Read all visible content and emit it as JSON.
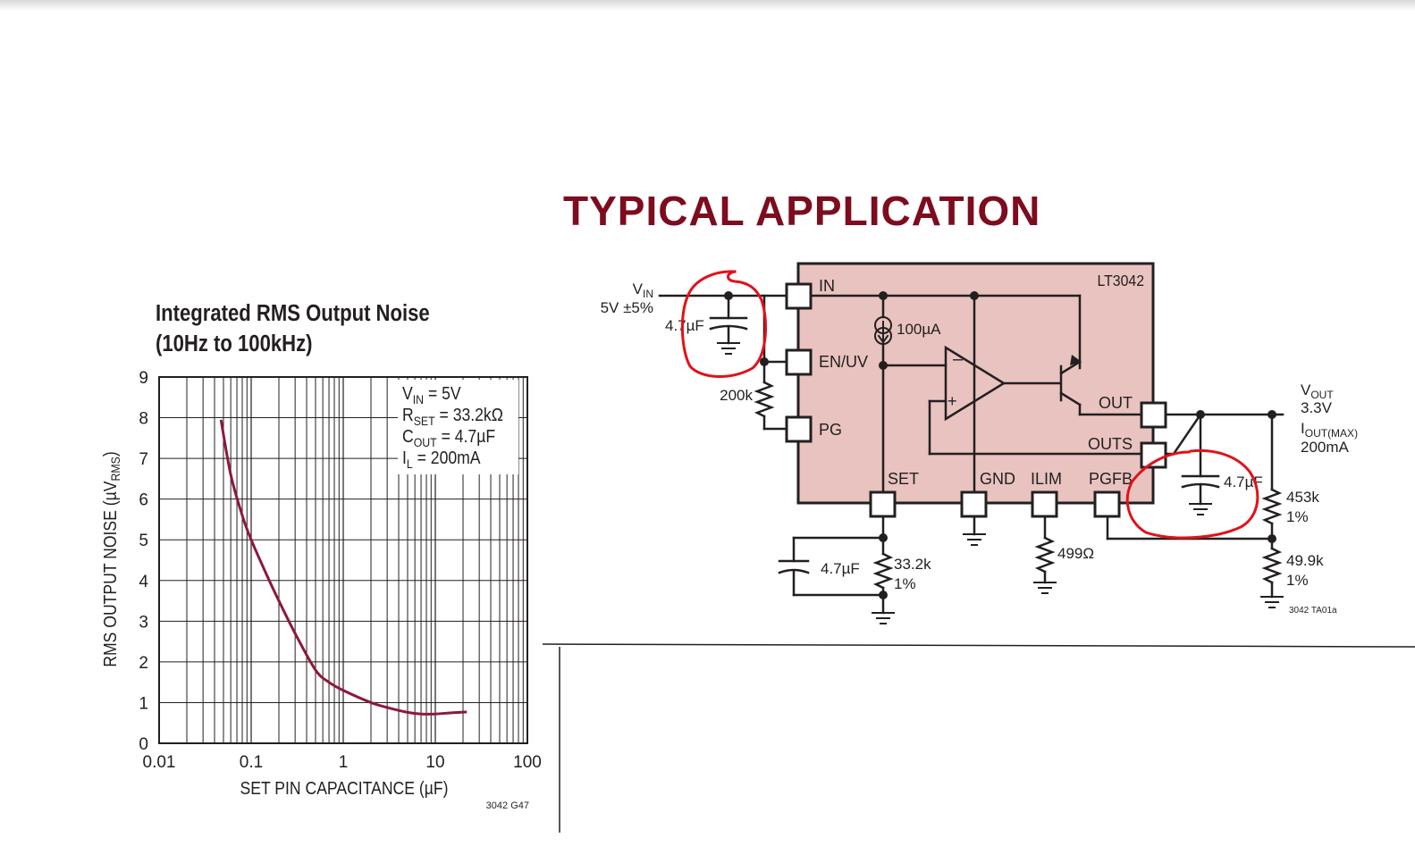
{
  "heading": "TYPICAL APPLICATION",
  "colors": {
    "heading": "#7d0c1e",
    "ic_body": "#e8c3bf",
    "curve": "#8b1a3a",
    "annotation": "#e0121b"
  },
  "chart_data": {
    "type": "line",
    "title_line1": "Integrated RMS Output Noise",
    "title_line2": "(10Hz to 100kHz)",
    "xlabel": "SET PIN CAPACITANCE (µF)",
    "ylabel_main": "RMS OUTPUT NOISE (µV",
    "ylabel_sub": "RMS",
    "ylabel_end": ")",
    "x_scale": "log",
    "xlim": [
      0.01,
      100
    ],
    "ylim": [
      0,
      9
    ],
    "x_ticks": [
      "0.01",
      "0.1",
      "1",
      "10",
      "100"
    ],
    "y_ticks": [
      "0",
      "1",
      "2",
      "3",
      "4",
      "5",
      "6",
      "7",
      "8",
      "9"
    ],
    "grid": true,
    "series": [
      {
        "x": [
          0.047,
          0.06,
          0.08,
          0.1,
          0.15,
          0.2,
          0.3,
          0.5,
          0.7,
          1,
          2,
          3,
          5,
          7,
          10,
          15,
          22
        ],
        "y": [
          7.95,
          6.6,
          5.6,
          5.0,
          4.1,
          3.5,
          2.7,
          1.8,
          1.5,
          1.3,
          1.0,
          0.88,
          0.76,
          0.72,
          0.72,
          0.75,
          0.77
        ]
      }
    ],
    "conditions": [
      {
        "main": "V",
        "sub": "IN",
        "rest": " = 5V"
      },
      {
        "main": "R",
        "sub": "SET",
        "rest": " = 33.2kΩ"
      },
      {
        "main": "C",
        "sub": "OUT",
        "rest": " = 4.7µF"
      },
      {
        "main": "I",
        "sub": "L",
        "rest": " = 200mA"
      }
    ],
    "figure_code": "3042 G47"
  },
  "schematic": {
    "ic_name": "LT3042",
    "pins": {
      "in": "IN",
      "en_uv": "EN/UV",
      "pg": "PG",
      "out": "OUT",
      "outs": "OUTS",
      "set": "SET",
      "gnd": "GND",
      "ilim": "ILIM",
      "pgfb": "PGFB"
    },
    "vin_main": "V",
    "vin_sub": "IN",
    "vin_value": "5V ±5%",
    "cin": "4.7µF",
    "r_pg": "200k",
    "current_source": "100µA",
    "opamp_minus": "–",
    "opamp_plus": "+",
    "cset": "4.7µF",
    "rset_value": "33.2k",
    "rset_tol": "1%",
    "rilim": "499Ω",
    "cout": "4.7µF",
    "vout_main": "V",
    "vout_sub": "OUT",
    "vout_value": "3.3V",
    "iout_main": "I",
    "iout_sub": "OUT(MAX)",
    "iout_value": "200mA",
    "r_top_value": "453k",
    "r_top_tol": "1%",
    "r_bot_value": "49.9k",
    "r_bot_tol": "1%",
    "figure_code": "3042 TA01a"
  }
}
